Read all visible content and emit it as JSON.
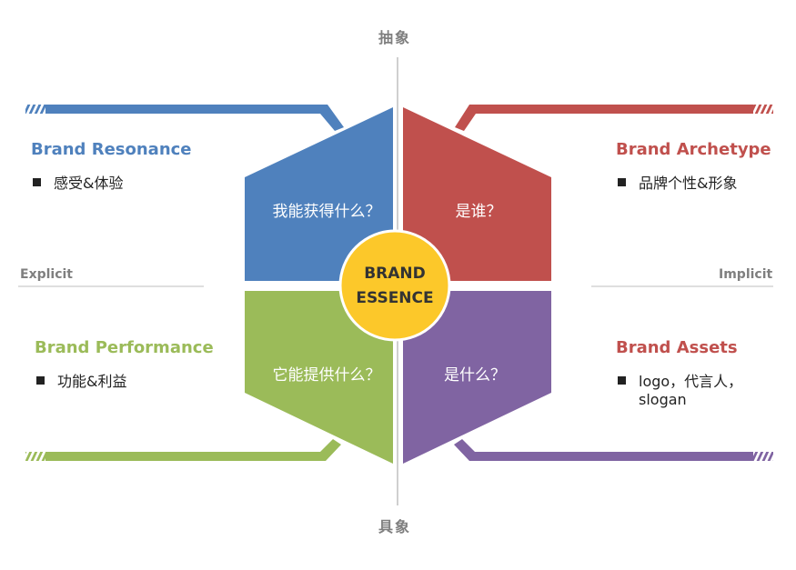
{
  "axes": {
    "top": "抽象",
    "bottom": "具象",
    "left": "Explicit",
    "right": "Implicit"
  },
  "center": {
    "line1": "BRAND",
    "line2": "ESSENCE"
  },
  "quadrants": {
    "top_left": {
      "title": "Brand Resonance",
      "bullet": "感受&体验",
      "question": "我能获得什么？",
      "color": "#4f81bd"
    },
    "top_right": {
      "title": "Brand Archetype",
      "bullet": "品牌个性&形象",
      "question": "是谁？",
      "color": "#c0504d"
    },
    "bottom_left": {
      "title": "Brand Performance",
      "bullet": "功能&利益",
      "question": "它能提供什么？",
      "color": "#9bbb59"
    },
    "bottom_right": {
      "title": "Brand Assets",
      "bullet": "logo，代言人，",
      "bullet_cont": "slogan",
      "question": "是什么？",
      "color": "#8064a2"
    }
  },
  "center_color": "#fcc82a"
}
